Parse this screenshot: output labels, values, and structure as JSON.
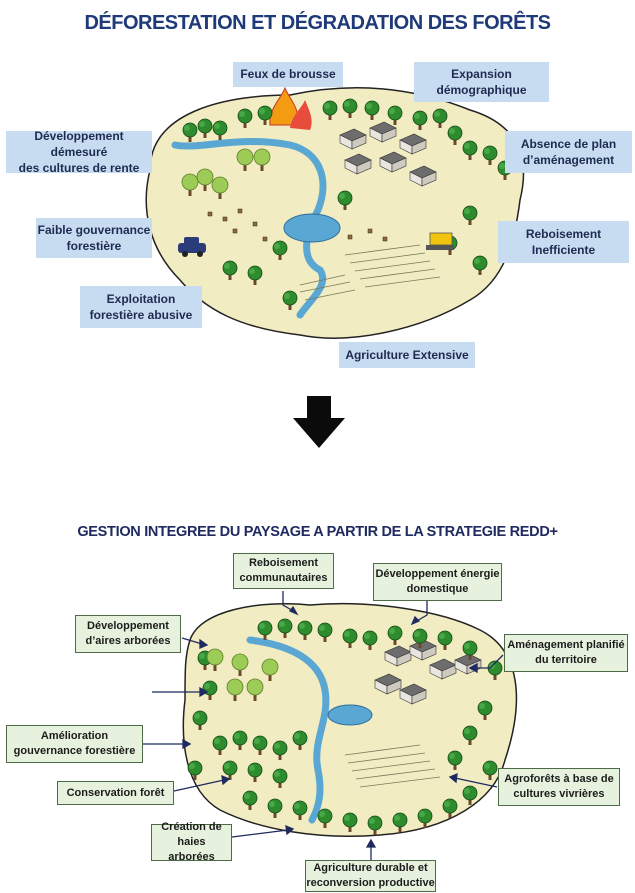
{
  "top": {
    "title": "DÉFORESTATION ET DÉGRADATION DES FORÊTS",
    "labels": {
      "feux": "Feux de brousse",
      "expansion": "Expansion\ndémographique",
      "cultures": "Développement démesuré\ndes cultures de rente",
      "absence": "Absence de plan\nd’aménagement",
      "gouvernance": "Faible gouvernance\nforestière",
      "reboisement": "Reboisement\nInefficiente",
      "exploitation": "Exploitation\nforestière abusive",
      "agriculture": "Agriculture Extensive"
    }
  },
  "bottom": {
    "title": "GESTION INTEGREE DU PAYSAGE A PARTIR DE LA STRATEGIE REDD+",
    "labels": {
      "reboisement": "Reboisement\ncommunautaires",
      "energie": "Développement énergie\ndomestique",
      "aires": "Développement\nd’aires arborées",
      "amenagement": "Aménagement planifié\ndu territoire",
      "amelioration": "Amélioration\ngouvernance forestière",
      "agroforets": "Agroforêts à base de\ncultures vivrières",
      "conservation": "Conservation forêt",
      "haies": "Création de haies\narborées",
      "durable": "Agriculture durable et\nreconversion productive"
    }
  },
  "colors": {
    "title": "#1f3a78",
    "label_blue": "#c7dcf1",
    "label_green": "#e7f2de",
    "tree": "#2e8b2e",
    "ground": "#f1ecc2",
    "water": "#5aa7d4",
    "arrow_line": "#1f2a60"
  }
}
